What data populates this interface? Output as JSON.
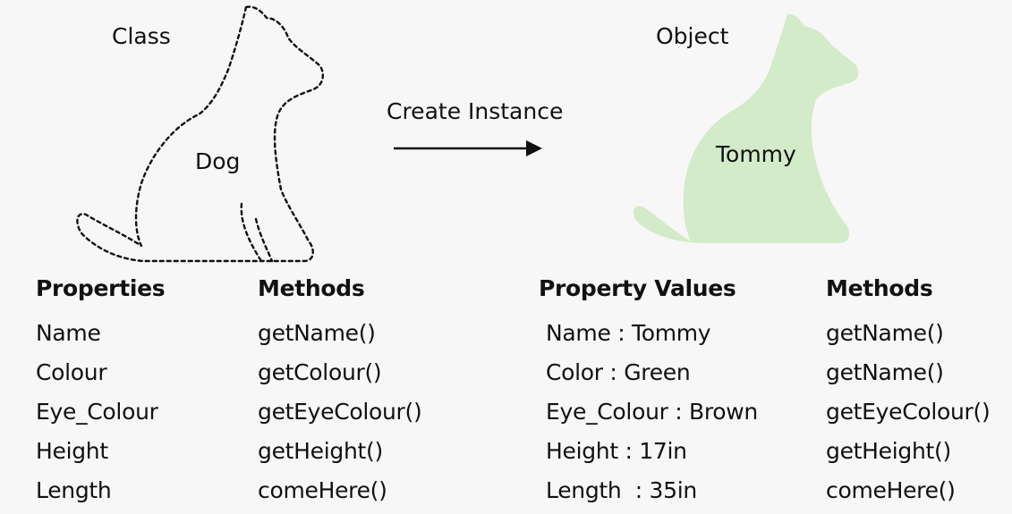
{
  "class_section": {
    "title": "Class",
    "shape_label": "Dog",
    "properties_heading": "Properties",
    "methods_heading": "Methods",
    "properties": [
      "Name",
      "Colour",
      "Eye_Colour",
      "Height",
      "Length"
    ],
    "methods": [
      "getName()",
      "getColour()",
      "getEyeColour()",
      "getHeight()",
      "comeHere()"
    ]
  },
  "arrow": {
    "label": "Create Instance"
  },
  "object_section": {
    "title": "Object",
    "shape_label": "Tommy",
    "fill_color": "#d3ebc8",
    "property_values_heading": "Property Values",
    "methods_heading": "Methods",
    "property_values": [
      "Name : Tommy",
      "Color : Green",
      "Eye_Colour : Brown",
      "Height : 17in",
      "Length  : 35in"
    ],
    "methods": [
      "getName()",
      "getName()",
      "getEyeColour()",
      "getHeight()",
      "comeHere()"
    ]
  }
}
